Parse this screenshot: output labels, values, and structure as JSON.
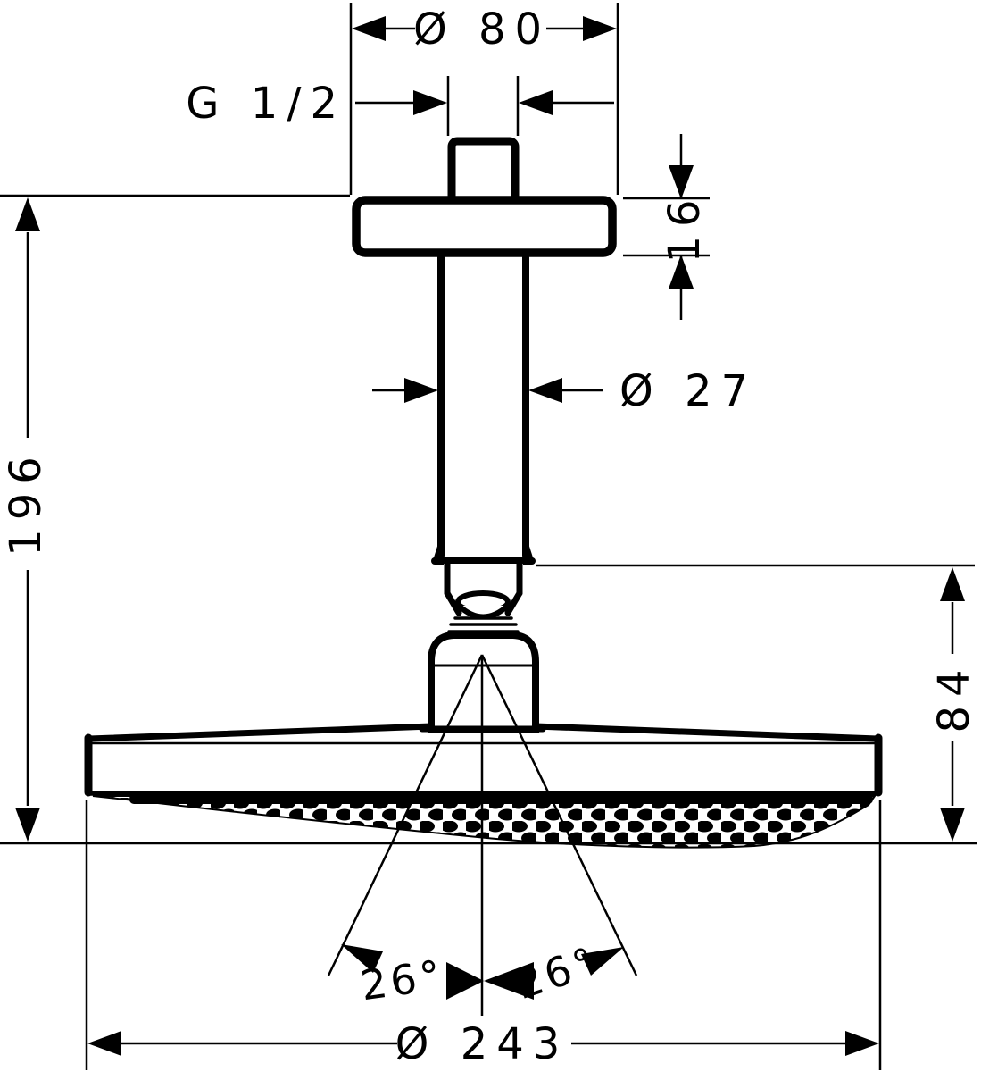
{
  "labels": {
    "top_diameter": "Ø 80",
    "thread_size": "G 1/2",
    "flange_thickness": "16",
    "arm_diameter": "Ø 27",
    "total_height": "196",
    "head_height": "84",
    "spray_angle_left": "26°",
    "spray_angle_right": "26°",
    "head_diameter": "Ø 243"
  },
  "colors": {
    "line": "#000000",
    "background": "#ffffff"
  }
}
